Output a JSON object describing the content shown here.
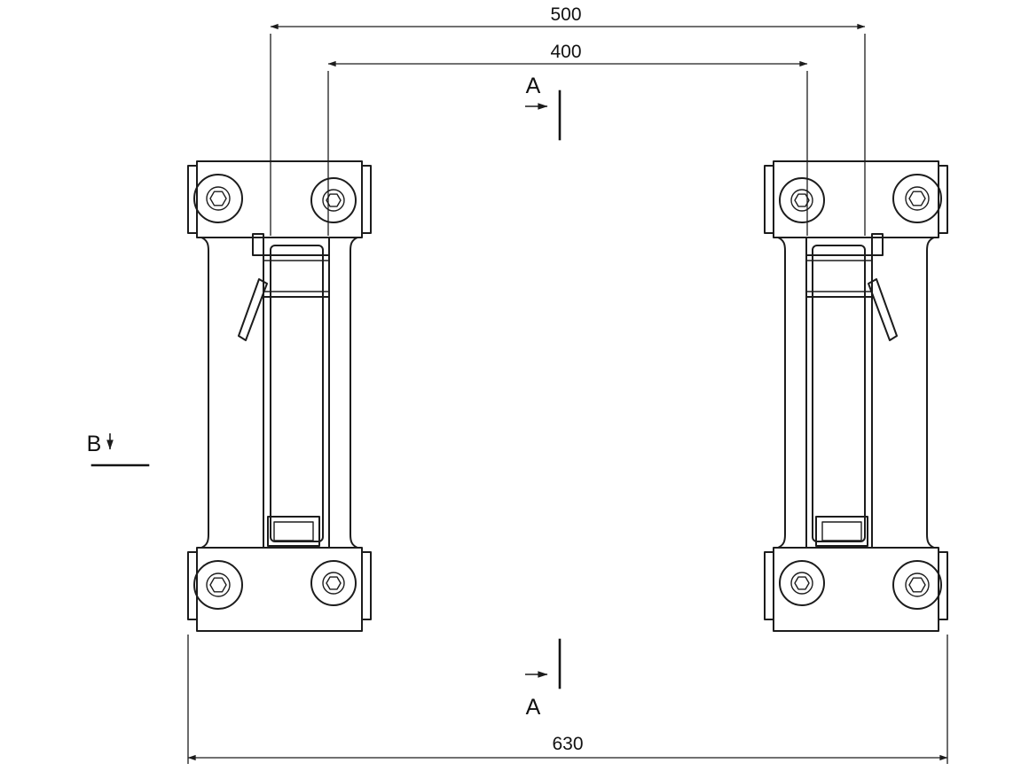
{
  "colors": {
    "line": "#1c1c1c",
    "background": "#ffffff",
    "text": "#111111"
  },
  "drawing": {
    "type": "engineering-drawing",
    "dimensions": {
      "width_500": {
        "label": "500",
        "value": 500
      },
      "width_400": {
        "label": "400",
        "value": 400
      },
      "width_630": {
        "label": "630",
        "value": 630
      }
    },
    "section_markers": {
      "a_top": {
        "label": "A"
      },
      "a_bottom": {
        "label": "A"
      },
      "b_left": {
        "label": "B"
      }
    }
  }
}
